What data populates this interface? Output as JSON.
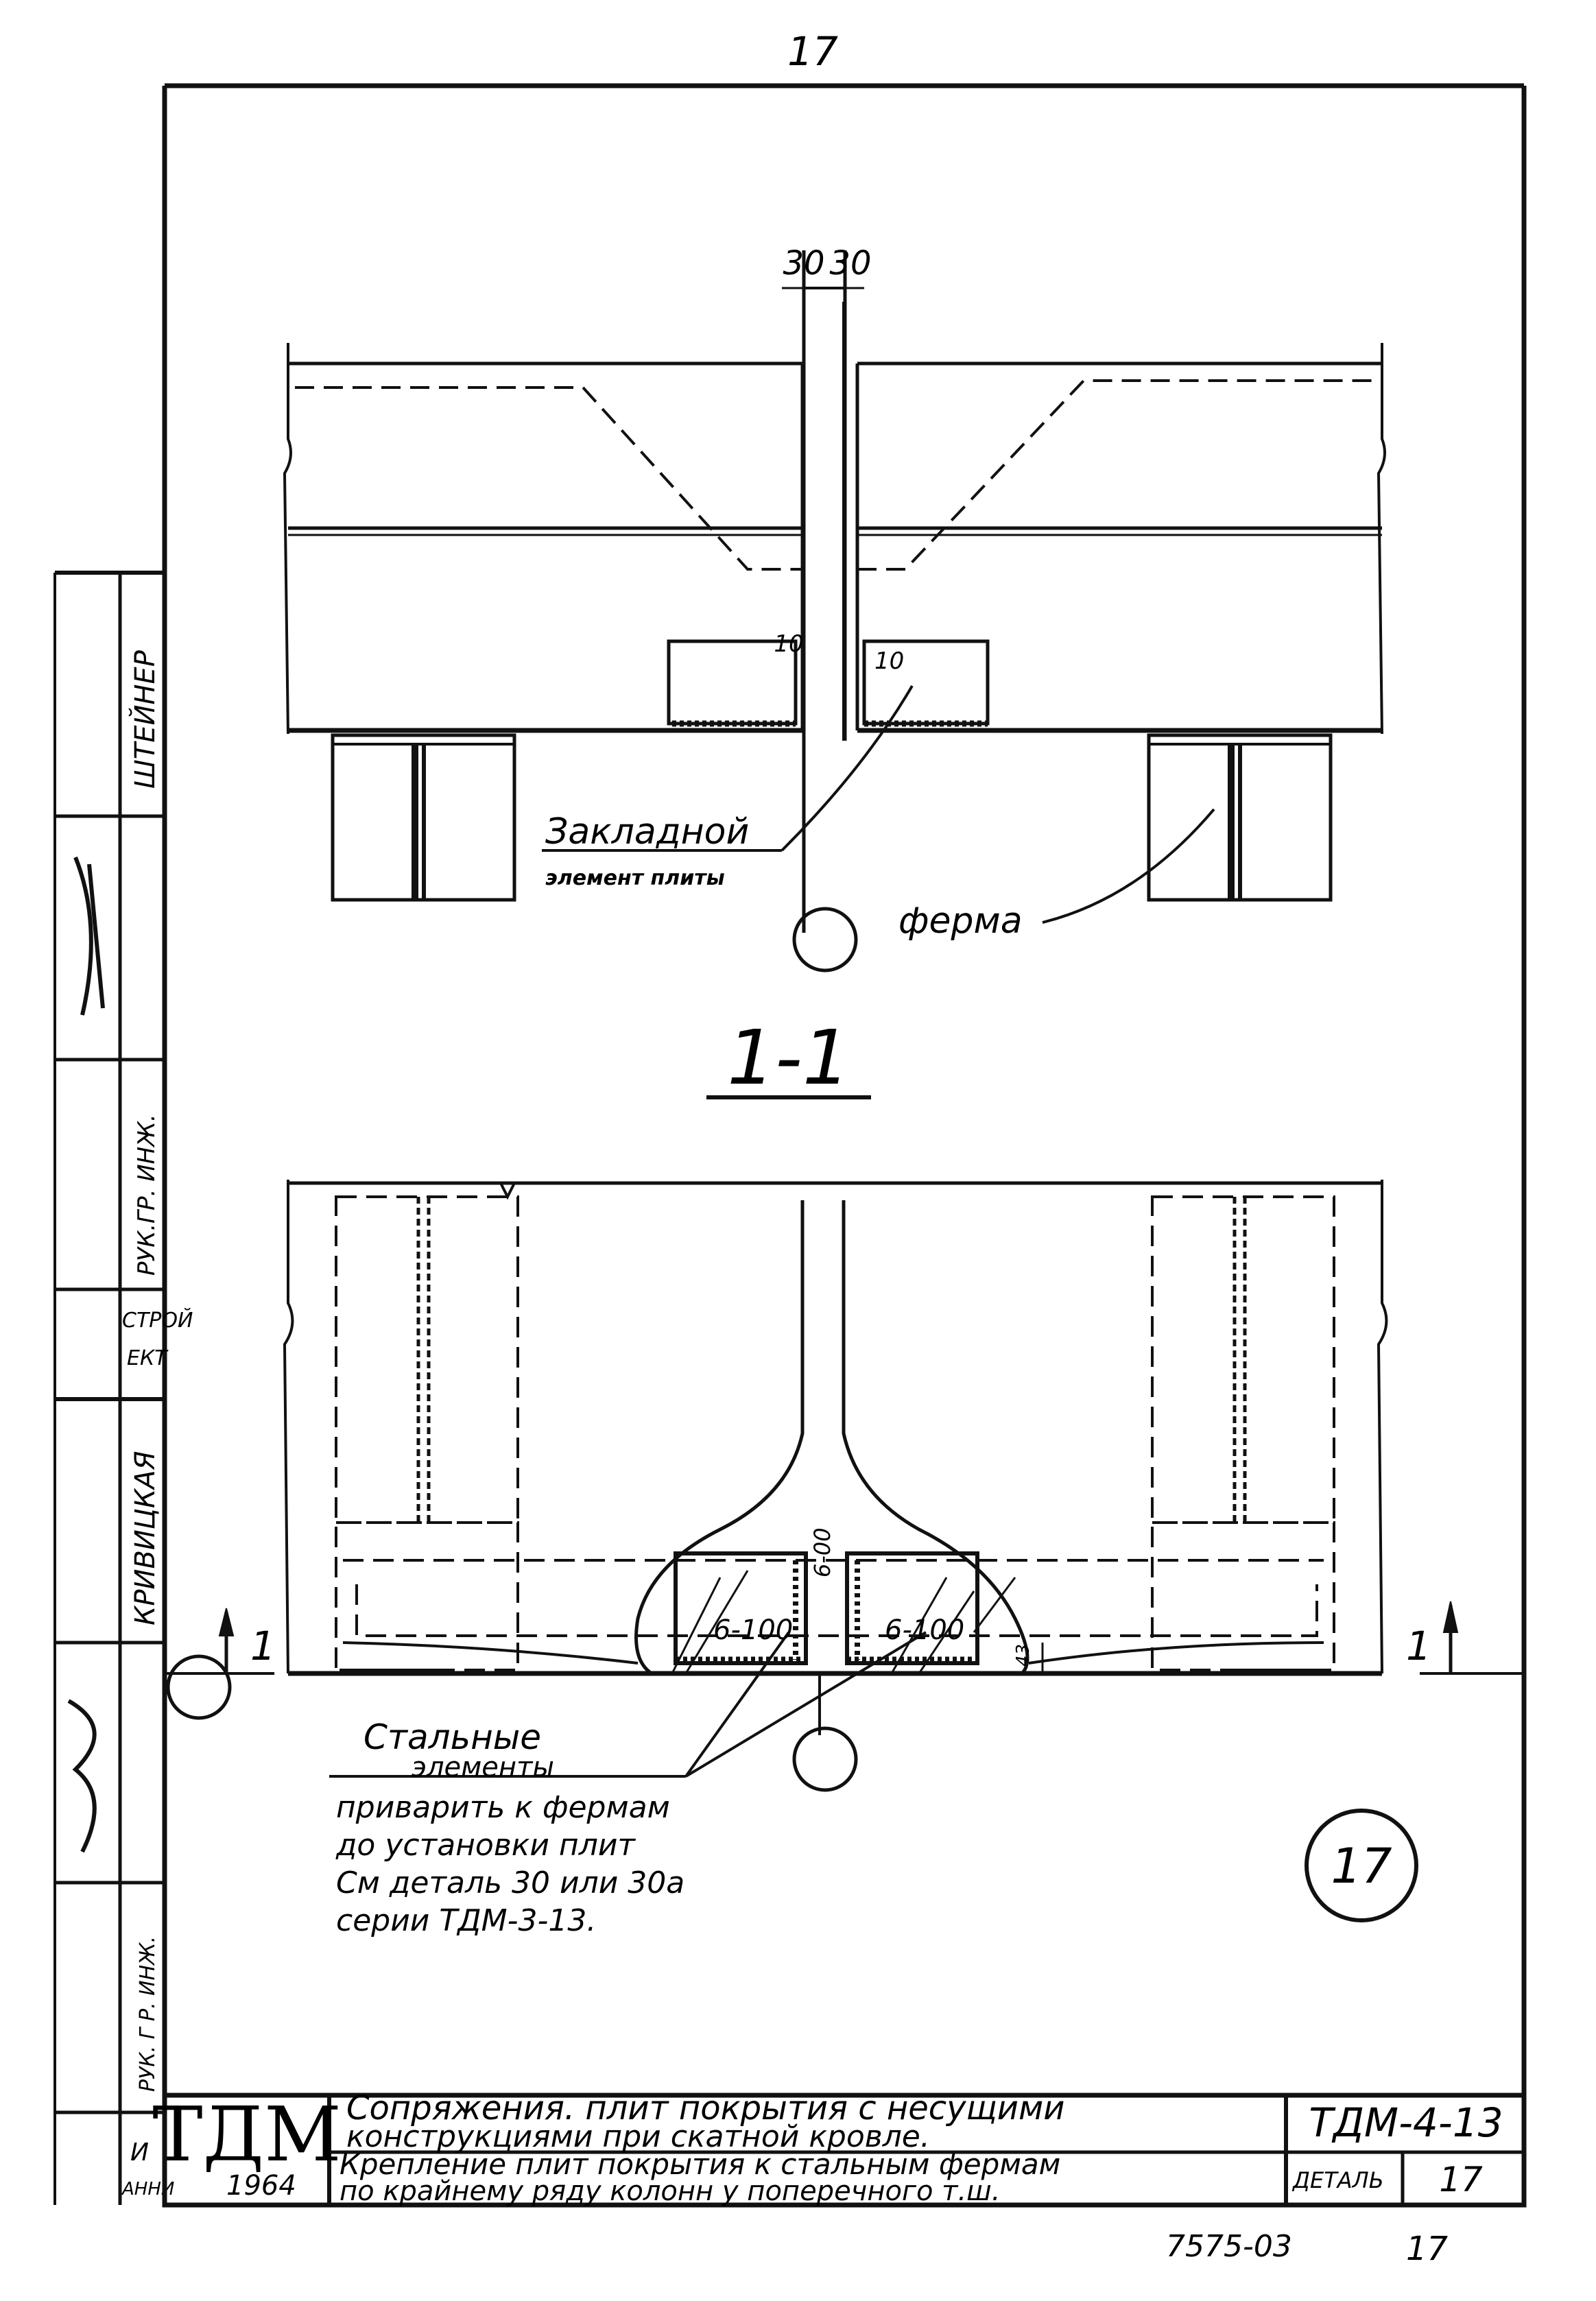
{
  "sheet": {
    "page_number_top": "17",
    "dimensions": {
      "left": "30",
      "right": "30"
    },
    "gaps": {
      "left": "10",
      "right": "10"
    },
    "section_label": "1-1",
    "cut_marks": {
      "left": "1",
      "right": "1"
    },
    "embedded_element_label_1": "Закладной",
    "embedded_element_label_2": "элемент плиты",
    "truss_label": "ферма",
    "weld_labels": [
      "6-100",
      "6-100"
    ],
    "vertical_dim": "6-00",
    "small_dim": "43",
    "steel_note": {
      "title_1": "Стальные",
      "title_2": "элементы",
      "lines": [
        "приварить к фермам",
        "до установки плит",
        "См деталь 30 или 30а",
        "серии ТДМ-3-13."
      ]
    },
    "detail_circle": "17"
  },
  "side_stamp": {
    "cells": [
      "ШТЕЙНЕР",
      "РУК.ГР. ИНЖ.",
      "СТРОЙ",
      "ЕКТ",
      "КРИВИЦКАЯ",
      "РУК. Г Р. ИНЖ."
    ],
    "fragments": [
      "И",
      "АННИ"
    ]
  },
  "title_block": {
    "logo": "ТДМ",
    "year": "1964",
    "title_line_1": "Сопряжения. плит покрытия с несущими",
    "title_line_2": "конструкциями при скатной кровле.",
    "subtitle_line_1": "Крепление плит покрытия к стальным фермам",
    "subtitle_line_2": "по крайнему ряду колонн у поперечного т.ш.",
    "code": "ТДМ-4-13",
    "detail_label": "ДЕТАЛЬ",
    "detail_number": "17",
    "footer_code": "7575-03",
    "footer_page": "17"
  }
}
